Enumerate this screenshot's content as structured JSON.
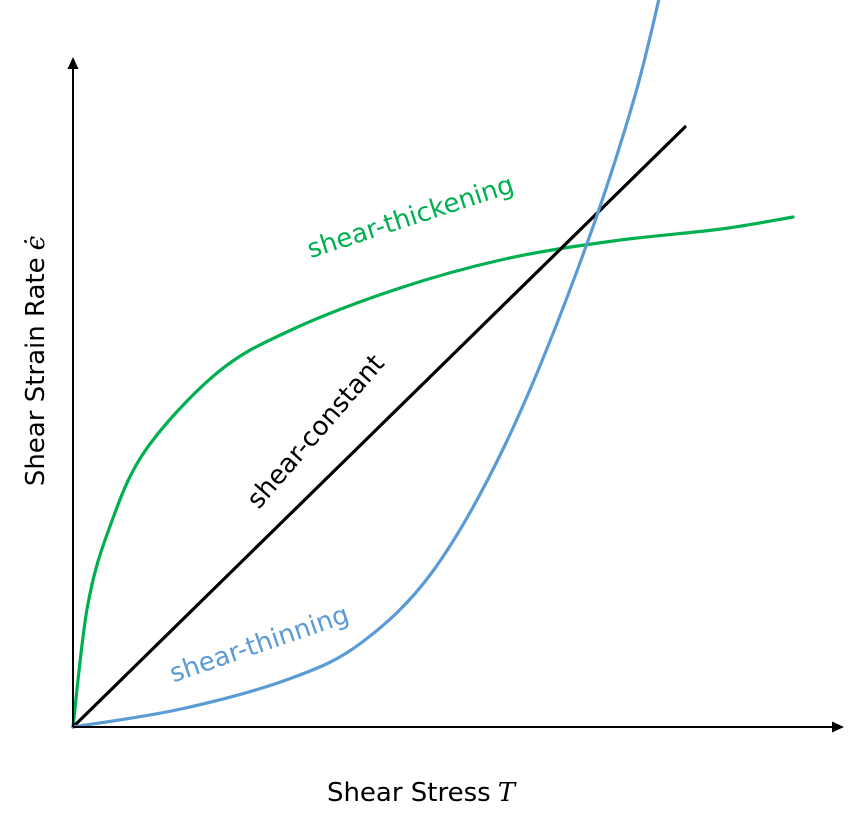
{
  "chart_data": {
    "type": "line",
    "title": "",
    "xlabel": "Shear Stress",
    "xlabel_symbol": "T",
    "ylabel": "Shear Strain Rate",
    "ylabel_symbol": "ϵ̇",
    "xlim": [
      0,
      1
    ],
    "ylim": [
      0,
      1
    ],
    "grid": false,
    "show_ticks": false,
    "series": [
      {
        "name": "shear-thickening",
        "color": "#00B050",
        "points": [
          [
            0.0,
            0.0
          ],
          [
            0.02,
            0.2
          ],
          [
            0.05,
            0.33
          ],
          [
            0.1,
            0.46
          ],
          [
            0.2,
            0.59
          ],
          [
            0.3,
            0.66
          ],
          [
            0.45,
            0.73
          ],
          [
            0.6,
            0.78
          ],
          [
            0.75,
            0.81
          ],
          [
            0.9,
            0.83
          ],
          [
            1.0,
            0.85
          ]
        ]
      },
      {
        "name": "shear-constant",
        "color": "#000000",
        "points": [
          [
            0.0,
            0.0
          ],
          [
            0.85,
            1.0
          ]
        ]
      },
      {
        "name": "shear-thinning",
        "color": "#5B9BD5",
        "points": [
          [
            0.0,
            0.0
          ],
          [
            0.15,
            0.03
          ],
          [
            0.3,
            0.08
          ],
          [
            0.4,
            0.14
          ],
          [
            0.5,
            0.26
          ],
          [
            0.6,
            0.47
          ],
          [
            0.7,
            0.76
          ],
          [
            0.78,
            1.05
          ],
          [
            0.83,
            1.3
          ]
        ]
      }
    ]
  }
}
